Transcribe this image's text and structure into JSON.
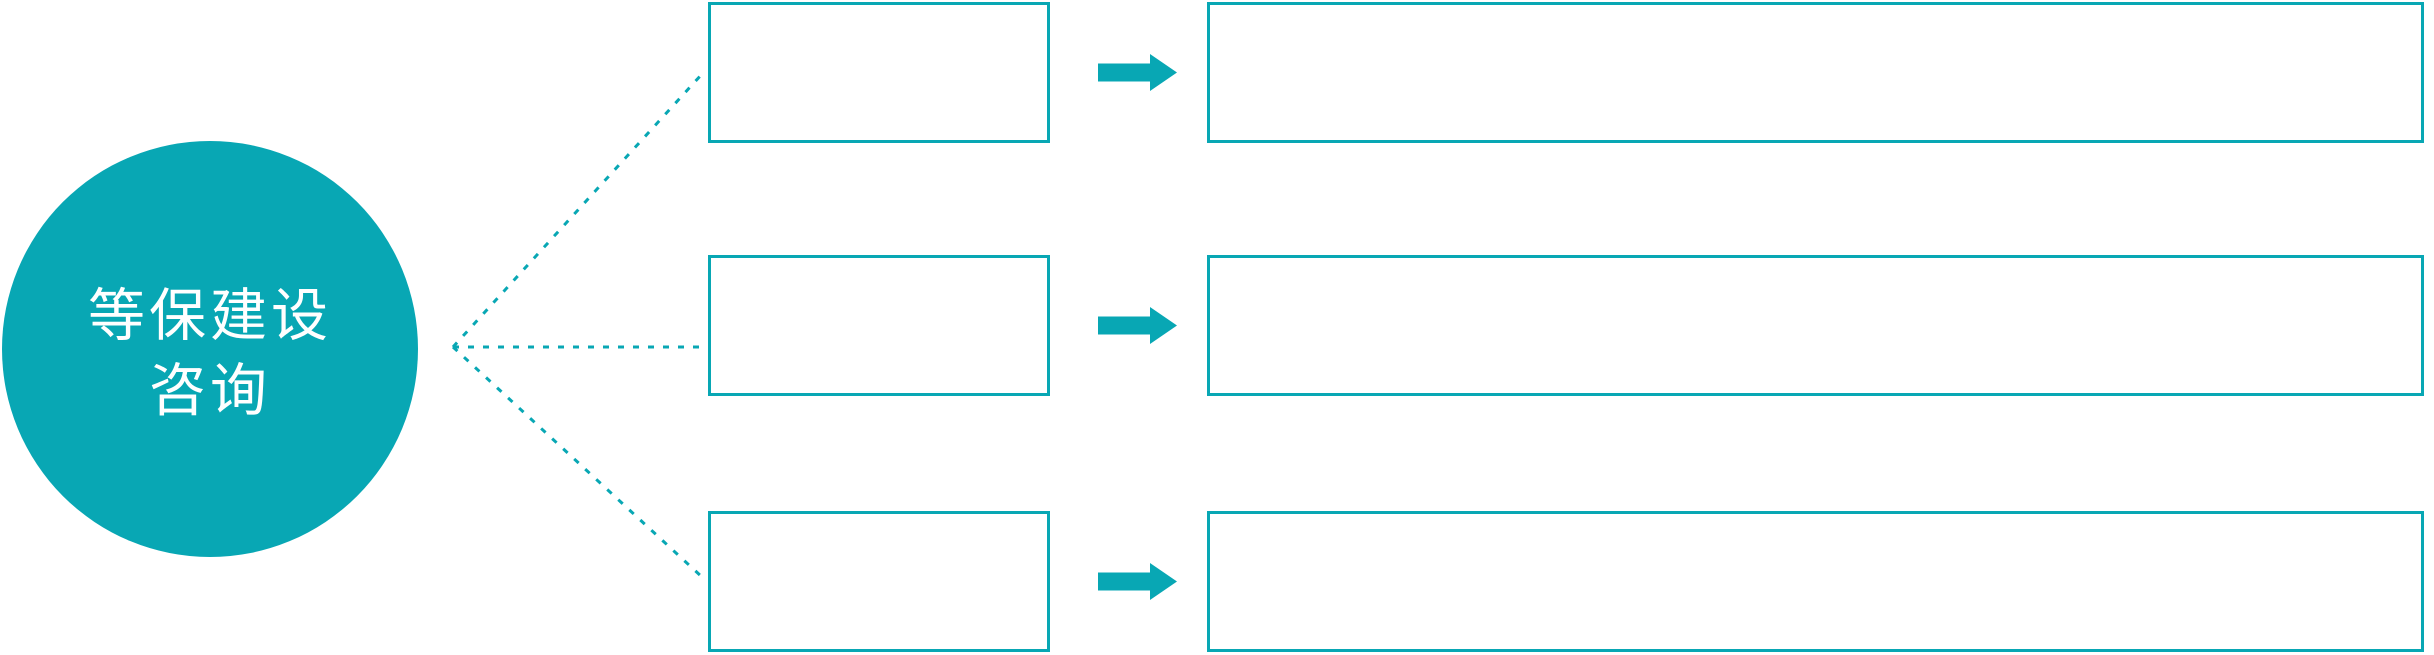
{
  "diagram": {
    "hub": {
      "label": "等保建设咨询",
      "line1": "等保建设",
      "line2": "咨询"
    },
    "branches": [
      {
        "step_label": "",
        "detail_label": ""
      },
      {
        "step_label": "",
        "detail_label": ""
      },
      {
        "step_label": "",
        "detail_label": ""
      }
    ],
    "colors": {
      "teal": "#08a7b4",
      "box_fill": "#ffffff",
      "hub_text": "#ffffff"
    },
    "icons": {
      "arrow": "right-arrow-icon",
      "connector": "dotted-connector-lines"
    }
  }
}
